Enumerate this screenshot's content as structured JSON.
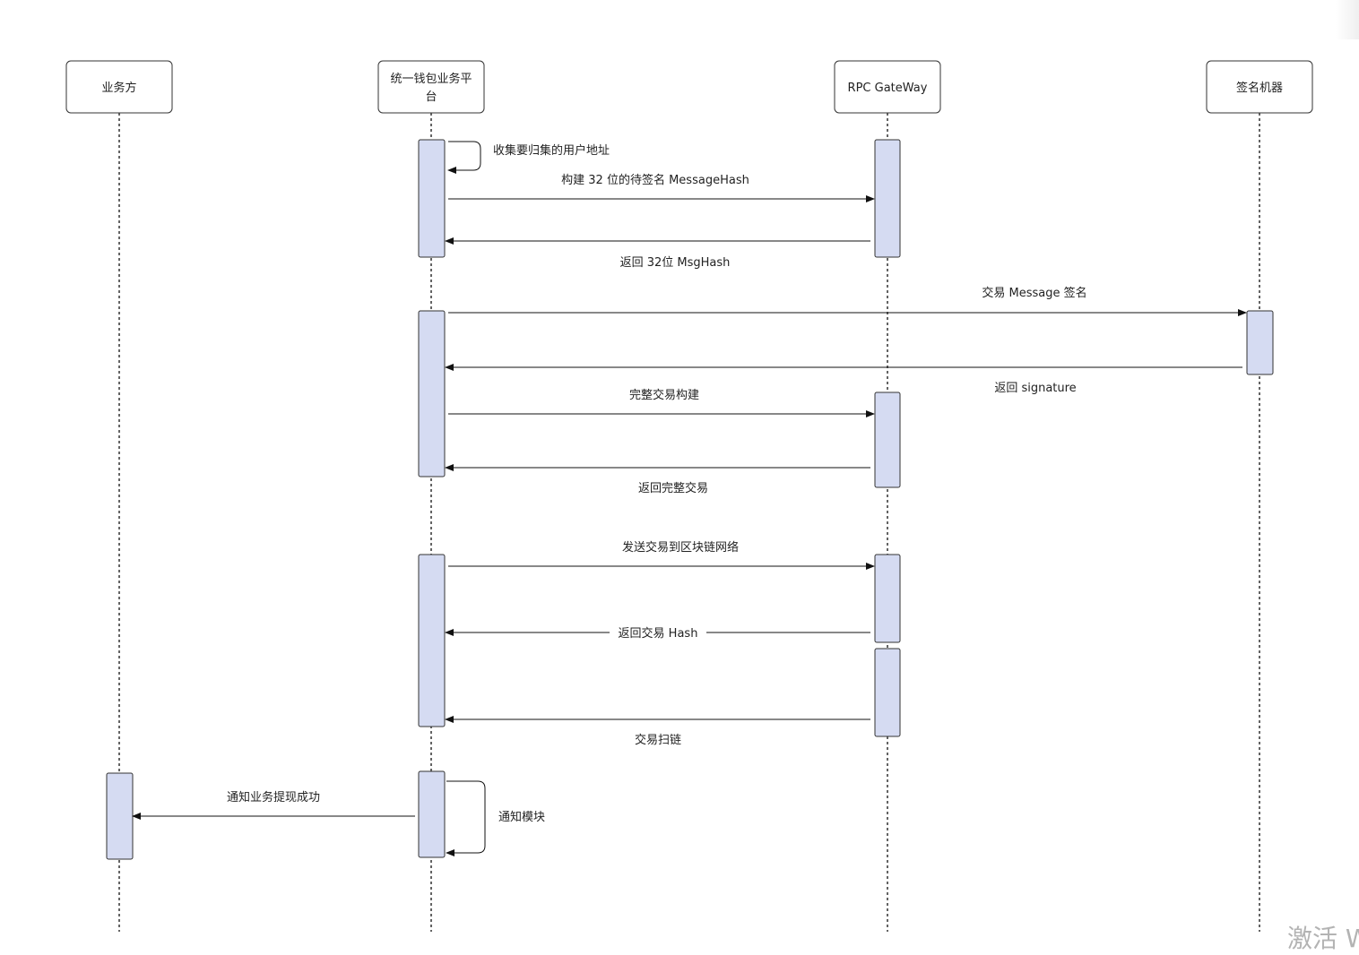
{
  "participants": [
    {
      "id": "biz",
      "label": "业务方"
    },
    {
      "id": "wallet",
      "label": "统一钱包业务平台"
    },
    {
      "id": "rpc",
      "label": "RPC GateWay"
    },
    {
      "id": "signer",
      "label": "签名机器"
    }
  ],
  "messages": [
    {
      "id": "m1",
      "label": "收集要归集的用户地址",
      "from": "wallet",
      "to": "wallet",
      "type": "self"
    },
    {
      "id": "m2",
      "label": "构建 32 位的待签名 MessageHash",
      "from": "wallet",
      "to": "rpc",
      "type": "request"
    },
    {
      "id": "m3",
      "label": "返回 32位 MsgHash",
      "from": "rpc",
      "to": "wallet",
      "type": "response"
    },
    {
      "id": "m4",
      "label": "交易 Message 签名",
      "from": "wallet",
      "to": "signer",
      "type": "request"
    },
    {
      "id": "m5",
      "label": "返回 signature",
      "from": "signer",
      "to": "wallet",
      "type": "response"
    },
    {
      "id": "m6",
      "label": "完整交易构建",
      "from": "wallet",
      "to": "rpc",
      "type": "request"
    },
    {
      "id": "m7",
      "label": "返回完整交易",
      "from": "rpc",
      "to": "wallet",
      "type": "response"
    },
    {
      "id": "m8",
      "label": "发送交易到区块链网络",
      "from": "wallet",
      "to": "rpc",
      "type": "request"
    },
    {
      "id": "m9",
      "label": "返回交易 Hash",
      "from": "rpc",
      "to": "wallet",
      "type": "response"
    },
    {
      "id": "m10",
      "label": "交易扫链",
      "from": "rpc",
      "to": "wallet",
      "type": "response"
    },
    {
      "id": "m11",
      "label": "通知业务提现成功",
      "from": "wallet",
      "to": "biz",
      "type": "response"
    },
    {
      "id": "m12",
      "label": "通知模块",
      "from": "wallet",
      "to": "wallet",
      "type": "self"
    }
  ],
  "watermark": "激活 W"
}
